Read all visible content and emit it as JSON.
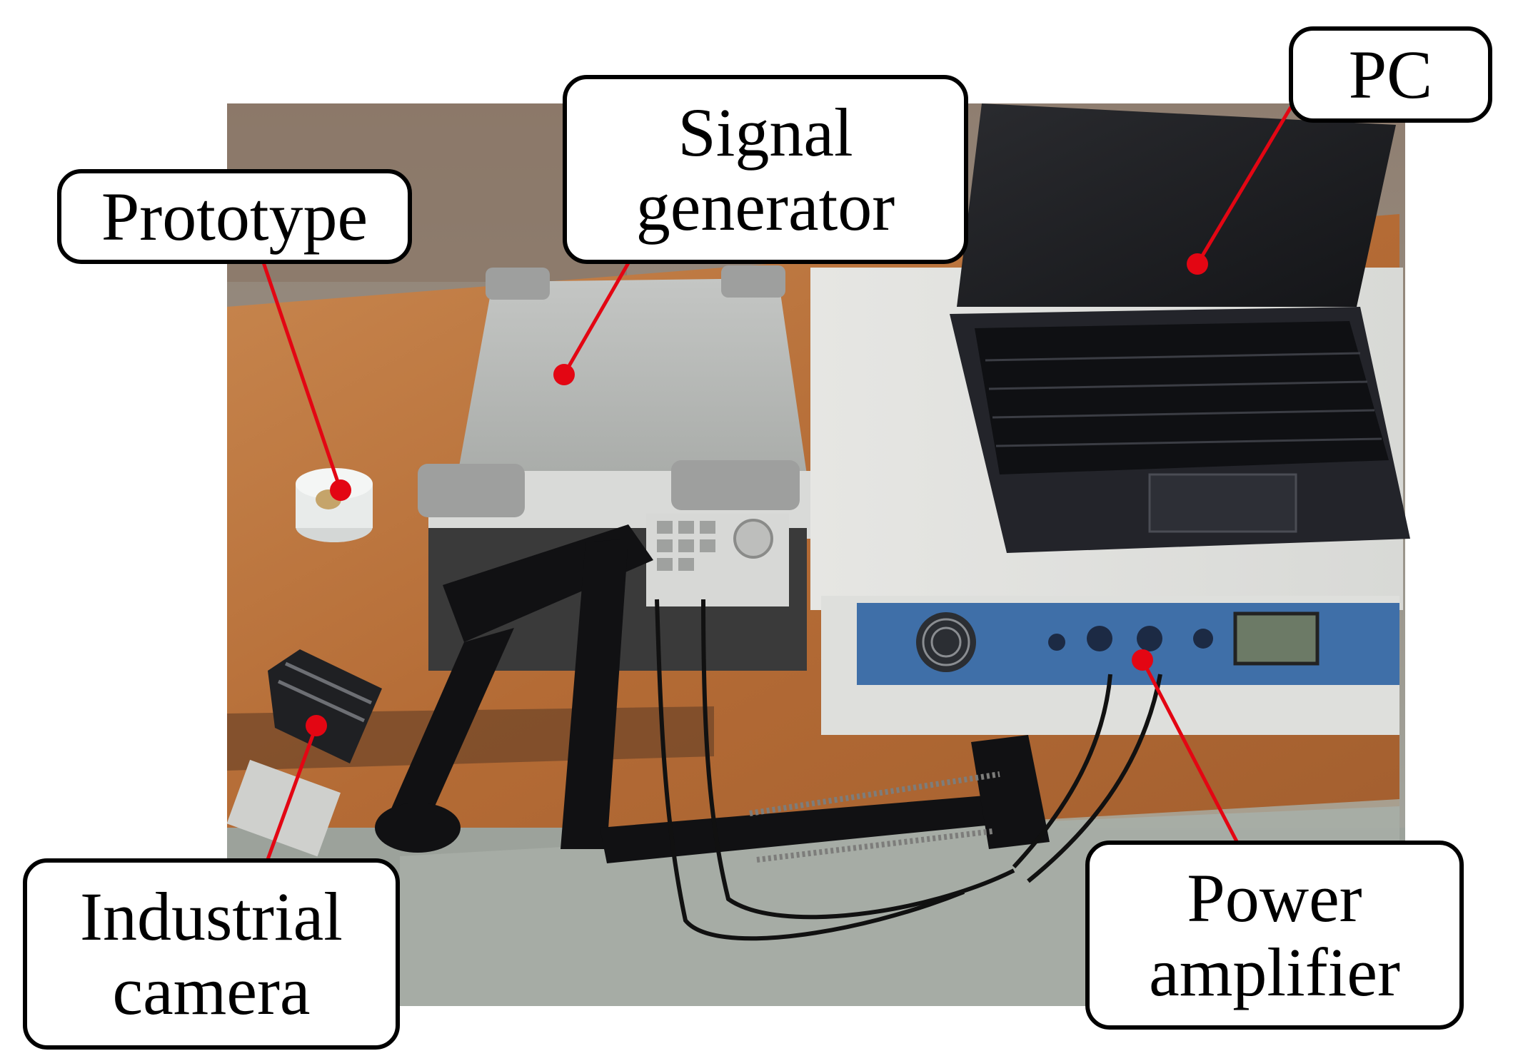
{
  "figure": {
    "labels": {
      "prototype": [
        "Prototype"
      ],
      "signal_generator": [
        "Signal",
        "generator"
      ],
      "pc": [
        "PC"
      ],
      "industrial_camera": [
        "Industrial",
        "camera"
      ],
      "power_amplifier": [
        "Power",
        "amplifier"
      ]
    },
    "colors": {
      "leader_line": "#e30613",
      "box_border": "#000000",
      "box_fill": "#ffffff",
      "table_wood": "#b9713a",
      "floor": "#9da39d",
      "instrument_gray": "#b5b8b5",
      "amplifier_panel": "#3f6fa8",
      "laptop_body": "#1d1e21"
    }
  }
}
